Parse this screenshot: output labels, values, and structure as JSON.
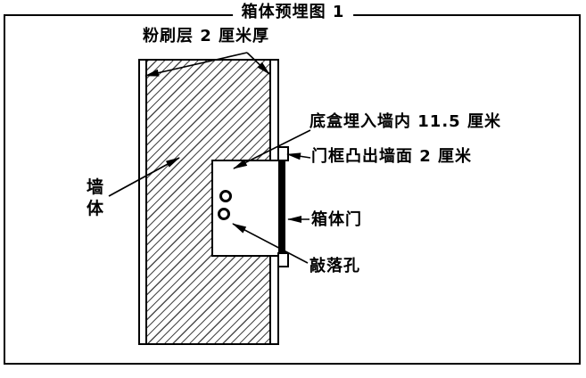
{
  "title": "箱体预埋图 1",
  "labels": {
    "plaster": "粉刷层 2 厘米厚",
    "wall": "墙\n体",
    "embed_depth": "底盒埋入墙内 11.5 厘米",
    "door_frame": "门框凸出墙面 2 厘米",
    "box_door": "箱体门",
    "knockout": "敲落孔"
  },
  "colors": {
    "line": "#000000",
    "background": "#ffffff",
    "hatch_line": "#4a4a4a",
    "door_fill": "#000000"
  }
}
